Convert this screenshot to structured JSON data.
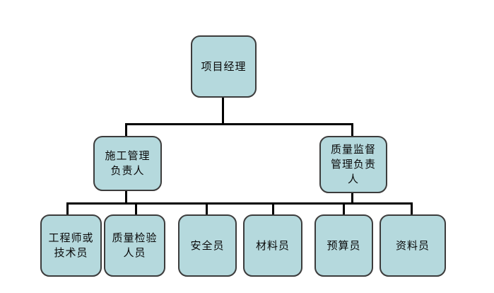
{
  "diagram": {
    "type": "org-chart",
    "background_color": "#ffffff",
    "node_fill_color": "#b5d9dd",
    "node_border_color": "#3c3c3c",
    "connector_color": "#000000"
  },
  "nodes": {
    "project_manager": {
      "label": "项目经理"
    },
    "construction_manager": {
      "label": "施工管理\n负责人"
    },
    "quality_supervisor": {
      "label": "质量监督\n管理负责\n人"
    },
    "engineer_technician": {
      "label": "工程师或\n技术员"
    },
    "quality_inspector": {
      "label": "质量检验\n人员"
    },
    "safety_officer": {
      "label": "安全员"
    },
    "material_officer": {
      "label": "材料员"
    },
    "budget_officer": {
      "label": "预算员"
    },
    "document_officer": {
      "label": "资料员"
    }
  },
  "hierarchy": {
    "level1": [
      "project_manager"
    ],
    "level2": [
      "construction_manager",
      "quality_supervisor"
    ],
    "level3": [
      "engineer_technician",
      "quality_inspector",
      "safety_officer",
      "material_officer",
      "budget_officer",
      "document_officer"
    ]
  }
}
